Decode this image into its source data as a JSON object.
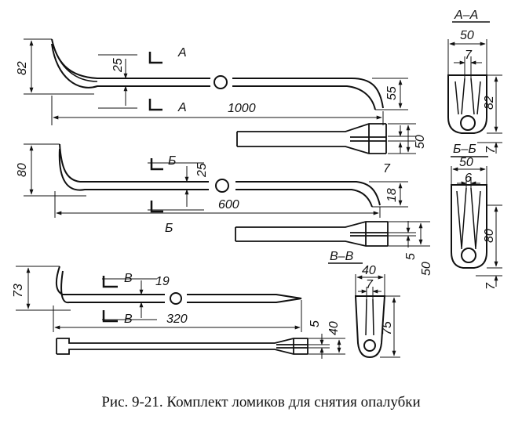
{
  "caption": {
    "number": "Рис. 9-21.",
    "text": "Комплект ломиков для снятия опалубки"
  },
  "bar_large": {
    "height": "82",
    "thickness": "25",
    "length": "1000",
    "end_height": "55",
    "tip_width": "50",
    "tip_gap": "7",
    "section_mark": "А"
  },
  "bar_medium": {
    "height": "80",
    "thickness": "25",
    "length": "600",
    "end_height": "18",
    "tip_width": "50",
    "tip_gap": "5",
    "section_mark": "Б"
  },
  "bar_small": {
    "height": "73",
    "thickness": "19",
    "length": "320",
    "tip_width": "40",
    "tip_gap": "5",
    "section_mark": "В"
  },
  "sections": {
    "a": {
      "title": "А–А",
      "width": "50",
      "slot": "7",
      "height": "82",
      "bottom": "7"
    },
    "b": {
      "title": "Б–Б",
      "width": "50",
      "slot": "6",
      "height": "80",
      "bottom": "7"
    },
    "c": {
      "title": "В–В",
      "width": "40",
      "slot": "7",
      "height": "75"
    }
  }
}
